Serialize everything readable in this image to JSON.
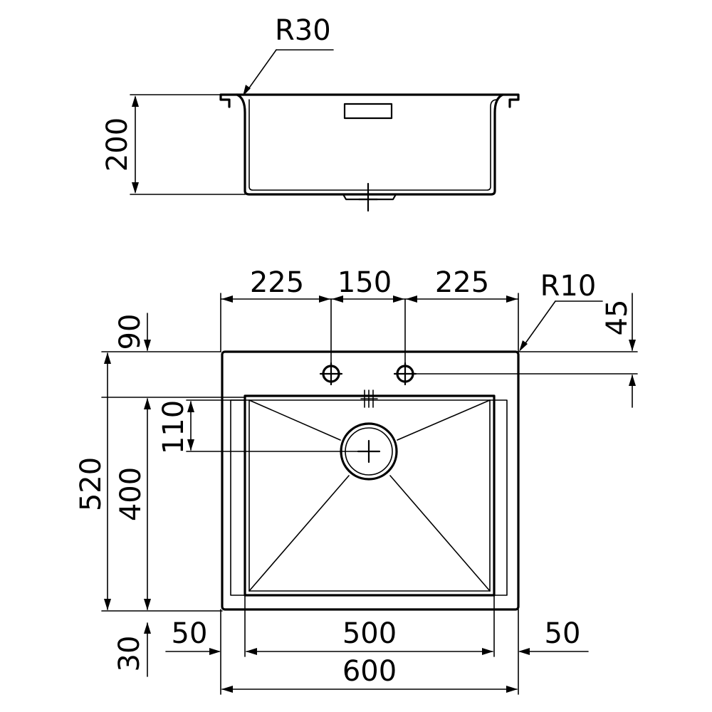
{
  "colors": {
    "line": "#000000",
    "background": "#ffffff"
  },
  "side_view": {
    "corner_radius": "R30",
    "depth": "200"
  },
  "top_view": {
    "corner_radius": "R10",
    "tap_spacing_left": "225",
    "tap_spacing_center": "150",
    "tap_spacing_right": "225",
    "tap_hole_offset": "45",
    "top_margin": "90",
    "drain_offset": "110",
    "overall_depth": "520",
    "bowl_depth": "400",
    "bottom_margin": "30",
    "left_margin": "50",
    "bowl_width": "500",
    "right_margin": "50",
    "overall_width": "600"
  }
}
